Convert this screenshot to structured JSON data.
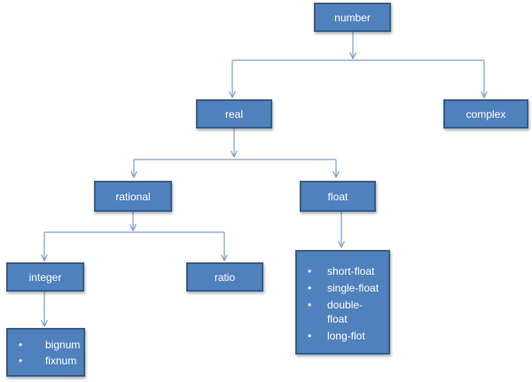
{
  "diagram": {
    "nodes": {
      "number": "number",
      "real": "real",
      "complex": "complex",
      "rational": "rational",
      "float": "float",
      "integer": "integer",
      "ratio": "ratio"
    },
    "integer_items": [
      "bignum",
      "fixnum"
    ],
    "float_items": [
      "short-float",
      "single-float",
      "double-float",
      "long-flot"
    ],
    "colors": {
      "box_fill": "#4f81bd",
      "box_border": "#385d8a",
      "connector": "#7f9fc8"
    }
  }
}
